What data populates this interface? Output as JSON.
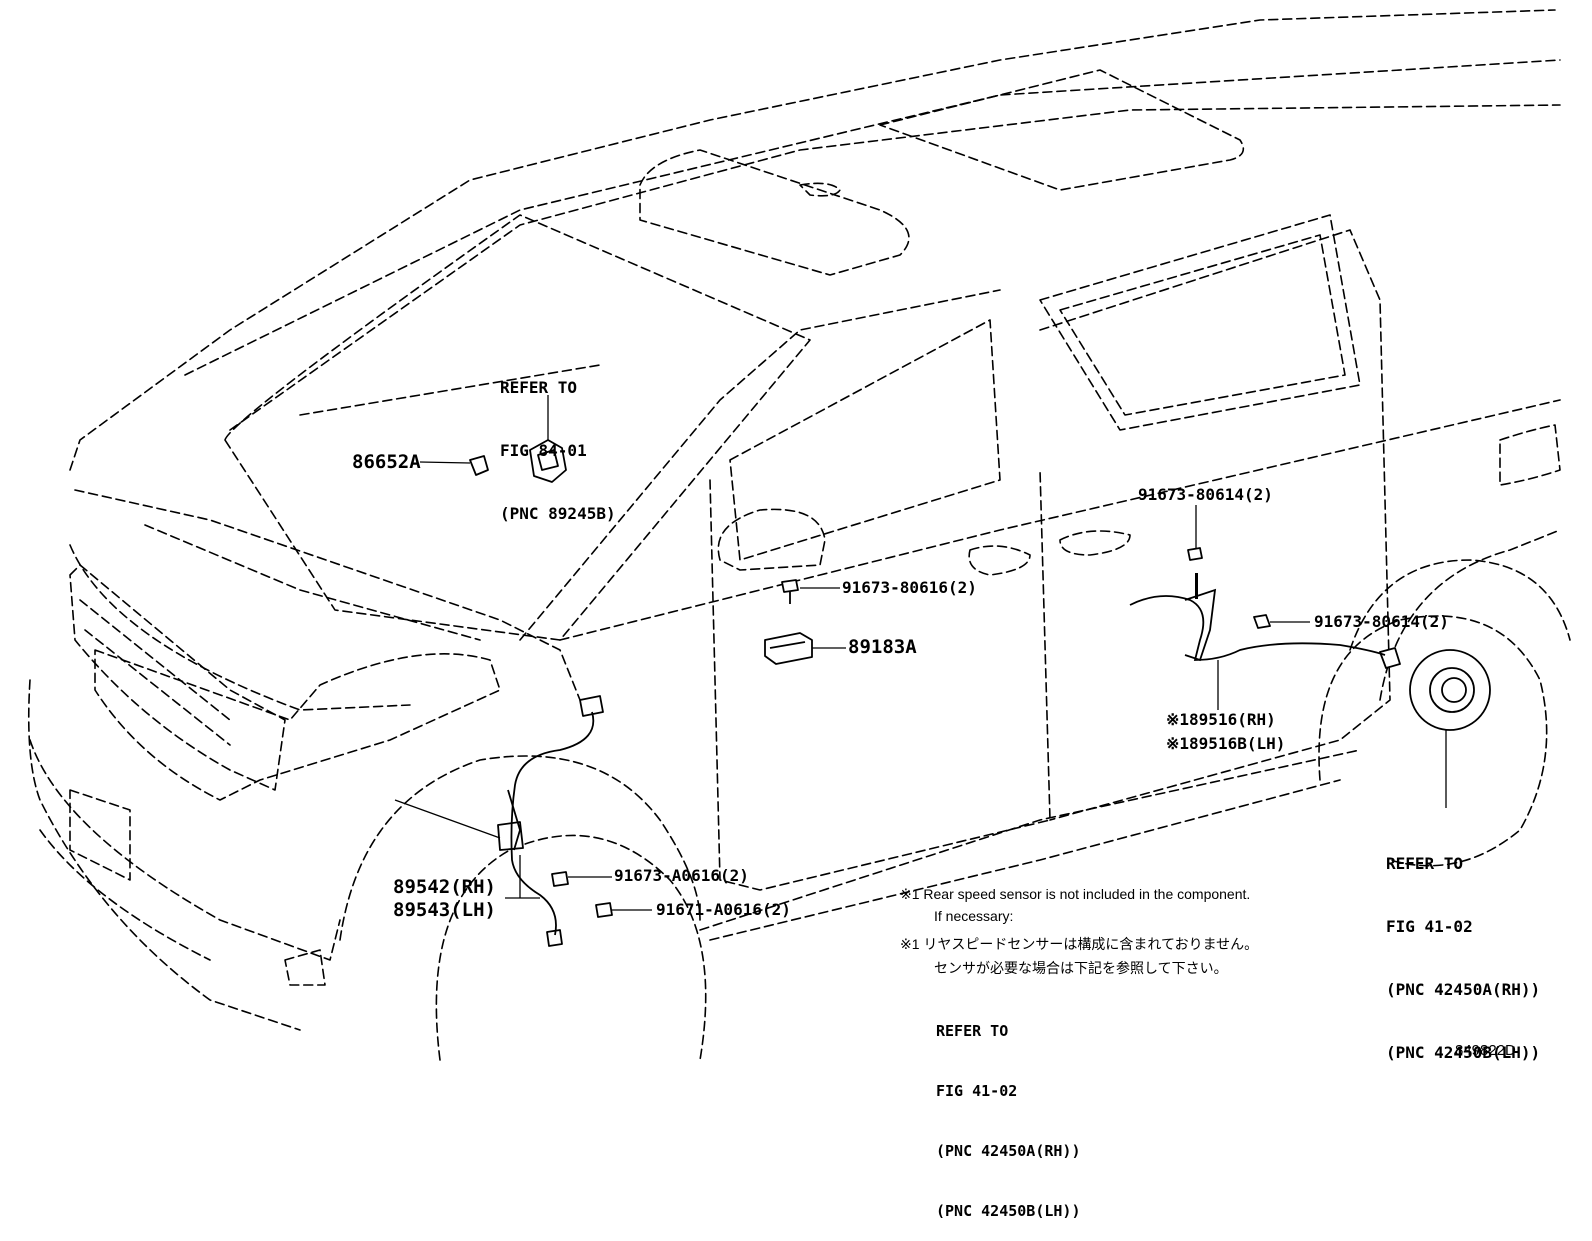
{
  "diagram_id": "849822D",
  "callouts": {
    "refer_84_01": [
      "REFER TO",
      "FIG 84-01",
      "(PNC 89245B)"
    ],
    "p86652a": "86652A",
    "p91673_80614_top": "91673-80614(2)",
    "p91673_80616": "91673-80616(2)",
    "p89183a": "89183A",
    "p91673_80614_right": "91673-80614(2)",
    "p89516": "※189516(RH)",
    "p89516b": "※189516B(LH)",
    "refer_41_02": [
      "REFER TO",
      "FIG 41-02",
      "(PNC 42450A(RH))",
      "(PNC 42450B(LH))"
    ],
    "p89542": "89542(RH)",
    "p89543": "89543(LH)",
    "p91673_a0616": "91673-A0616(2)",
    "p91671_a0616": "91671-A0616(2)"
  },
  "footnote": {
    "en_line1": "※1 Rear speed sensor is not included in the component.",
    "en_line2": "If necessary:",
    "jp_line1": "※1 リヤスピードセンサーは構成に含まれておりません。",
    "jp_line2": "センサが必要な場合は下記を参照して下さい。",
    "refer": [
      "REFER TO",
      "FIG 41-02",
      "(PNC 42450A(RH))",
      "(PNC 42450B(LH))"
    ]
  }
}
